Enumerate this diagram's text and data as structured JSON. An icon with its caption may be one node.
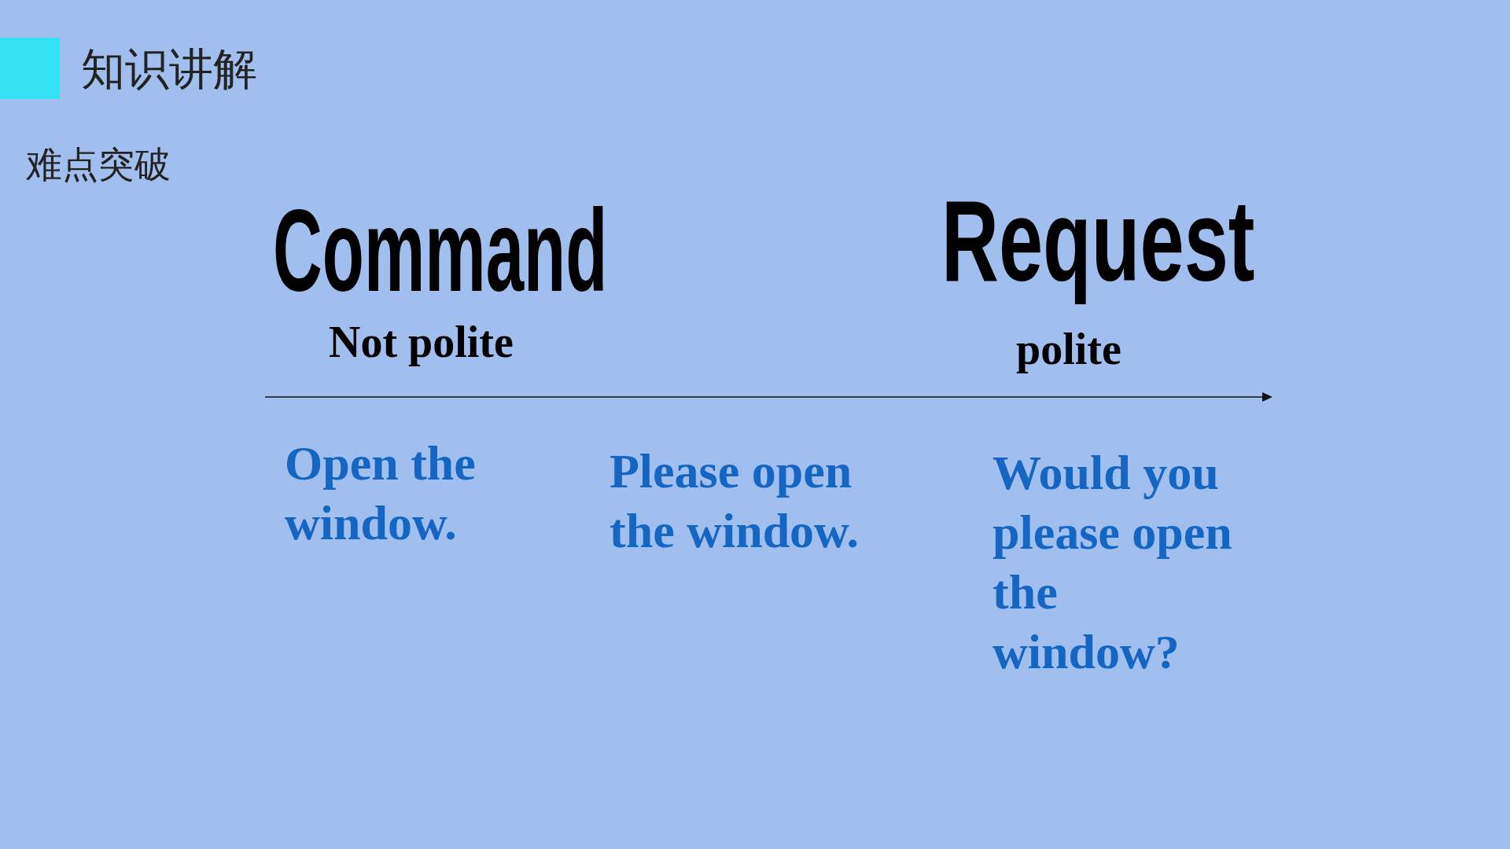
{
  "diagram": {
    "title": "知识讲解",
    "labels": [
      "难点突破",
      "Command",
      "Not polite",
      "Request",
      "polite",
      "Open the window.",
      "Please open the window.",
      "Would you please open the window?"
    ]
  }
}
